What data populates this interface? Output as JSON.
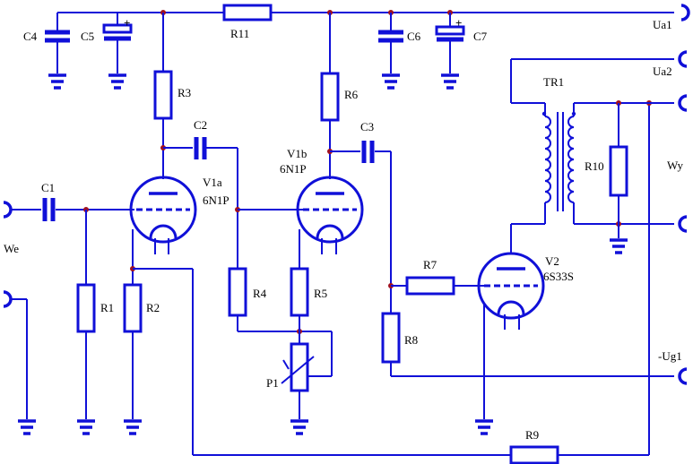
{
  "components": {
    "C1": "C1",
    "C2": "C2",
    "C3": "C3",
    "C4": "C4",
    "C5": "C5",
    "C6": "C6",
    "C7": "C7",
    "R1": "R1",
    "R2": "R2",
    "R3": "R3",
    "R4": "R4",
    "R5": "R5",
    "R6": "R6",
    "R7": "R7",
    "R8": "R8",
    "R9": "R9",
    "R10": "R10",
    "R11": "R11",
    "P1": "P1",
    "TR1": "TR1",
    "V1a": "V1a",
    "V1a_type": "6N1P",
    "V1b": "V1b",
    "V1b_type": "6N1P",
    "V2": "V2",
    "V2_type": "6S33S"
  },
  "terminals": {
    "Ua1": "Ua1",
    "Ua2": "Ua2",
    "We": "We",
    "Wy": "Wy",
    "Ug1": "-Ug1"
  },
  "colors": {
    "wire": "#1010d8",
    "node": "#a01020",
    "text": "#000000"
  }
}
